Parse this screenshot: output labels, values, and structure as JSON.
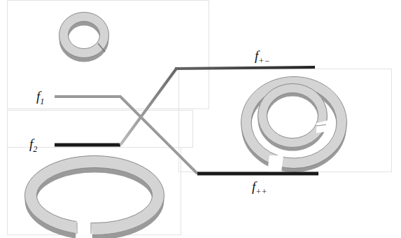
{
  "diagram": {
    "labels": [
      "f1",
      "f2",
      "f+−",
      "f++"
    ]
  }
}
